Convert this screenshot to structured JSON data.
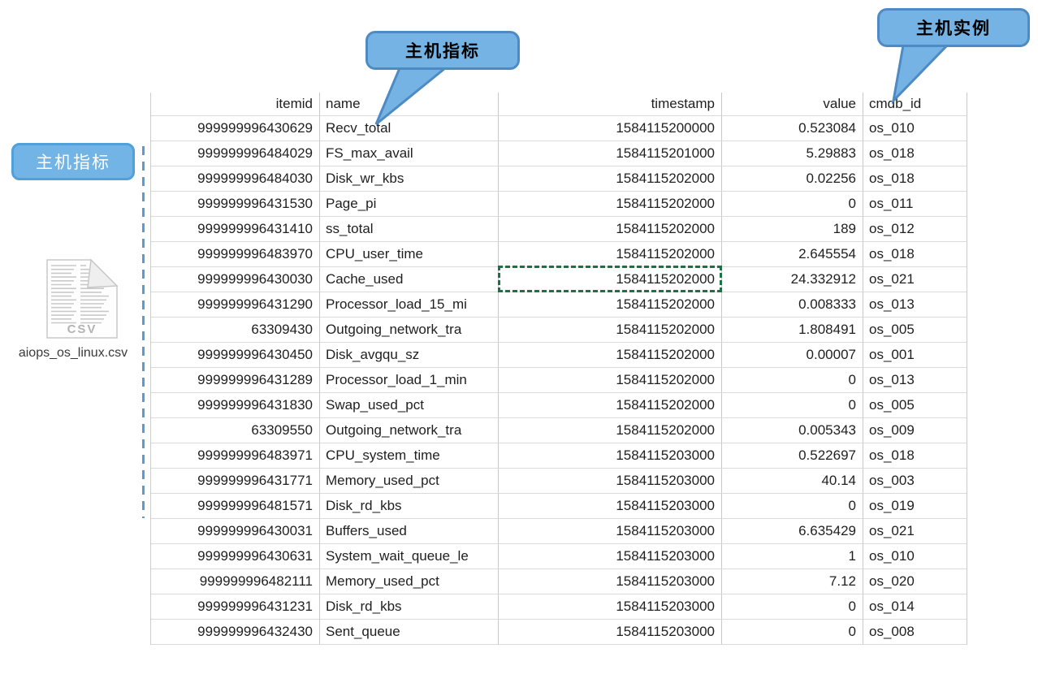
{
  "annotations": {
    "name_column_callout": "主机指标",
    "cmdb_column_callout": "主机实例",
    "left_row_label": "主机指标"
  },
  "file": {
    "filename": "aiops_os_linux.csv",
    "icon": "csv-file-icon",
    "icon_label": "CSV"
  },
  "colors": {
    "callout_fill": "#74B3E3",
    "callout_border": "#4E8BC4",
    "left_label_fill": "#72B4E5",
    "left_label_border": "#4FA0DB",
    "dashed_guide_blue": "#5B9BD5",
    "selection_green": "#1E7145",
    "grid_line": "#C9C9C9",
    "row_line": "#DADADA",
    "text": "#1F1F1F"
  },
  "table": {
    "columns": [
      "itemid",
      "name",
      "timestamp",
      "value",
      "cmdb_id"
    ],
    "rows": [
      [
        "999999996430629",
        "Recv_total",
        "1584115200000",
        "0.523084",
        "os_010"
      ],
      [
        "999999996484029",
        "FS_max_avail",
        "1584115201000",
        "5.29883",
        "os_018"
      ],
      [
        "999999996484030",
        "Disk_wr_kbs",
        "1584115202000",
        "0.02256",
        "os_018"
      ],
      [
        "999999996431530",
        "Page_pi",
        "1584115202000",
        "0",
        "os_011"
      ],
      [
        "999999996431410",
        "ss_total",
        "1584115202000",
        "189",
        "os_012"
      ],
      [
        "999999996483970",
        "CPU_user_time",
        "1584115202000",
        "2.645554",
        "os_018"
      ],
      [
        "999999996430030",
        "Cache_used",
        "1584115202000",
        "24.332912",
        "os_021"
      ],
      [
        "999999996431290",
        "Processor_load_15_mi",
        "1584115202000",
        "0.008333",
        "os_013"
      ],
      [
        "63309430",
        "Outgoing_network_tra",
        "1584115202000",
        "1.808491",
        "os_005"
      ],
      [
        "999999996430450",
        "Disk_avgqu_sz",
        "1584115202000",
        "0.00007",
        "os_001"
      ],
      [
        "999999996431289",
        "Processor_load_1_min",
        "1584115202000",
        "0",
        "os_013"
      ],
      [
        "999999996431830",
        "Swap_used_pct",
        "1584115202000",
        "0",
        "os_005"
      ],
      [
        "63309550",
        "Outgoing_network_tra",
        "1584115202000",
        "0.005343",
        "os_009"
      ],
      [
        "999999996483971",
        "CPU_system_time",
        "1584115203000",
        "0.522697",
        "os_018"
      ],
      [
        "999999996431771",
        "Memory_used_pct",
        "1584115203000",
        "40.14",
        "os_003"
      ],
      [
        "999999996481571",
        "Disk_rd_kbs",
        "1584115203000",
        "0",
        "os_019"
      ],
      [
        "999999996430031",
        "Buffers_used",
        "1584115203000",
        "6.635429",
        "os_021"
      ],
      [
        "999999996430631",
        "System_wait_queue_le",
        "1584115203000",
        "1",
        "os_010"
      ],
      [
        "999999996482111",
        "Memory_used_pct",
        "1584115203000",
        "7.12",
        "os_020"
      ],
      [
        "999999996431231",
        "Disk_rd_kbs",
        "1584115203000",
        "0",
        "os_014"
      ],
      [
        "999999996432430",
        "Sent_queue",
        "1584115203000",
        "0",
        "os_008"
      ]
    ],
    "selected_cell": {
      "row": 6,
      "col": 2
    }
  }
}
